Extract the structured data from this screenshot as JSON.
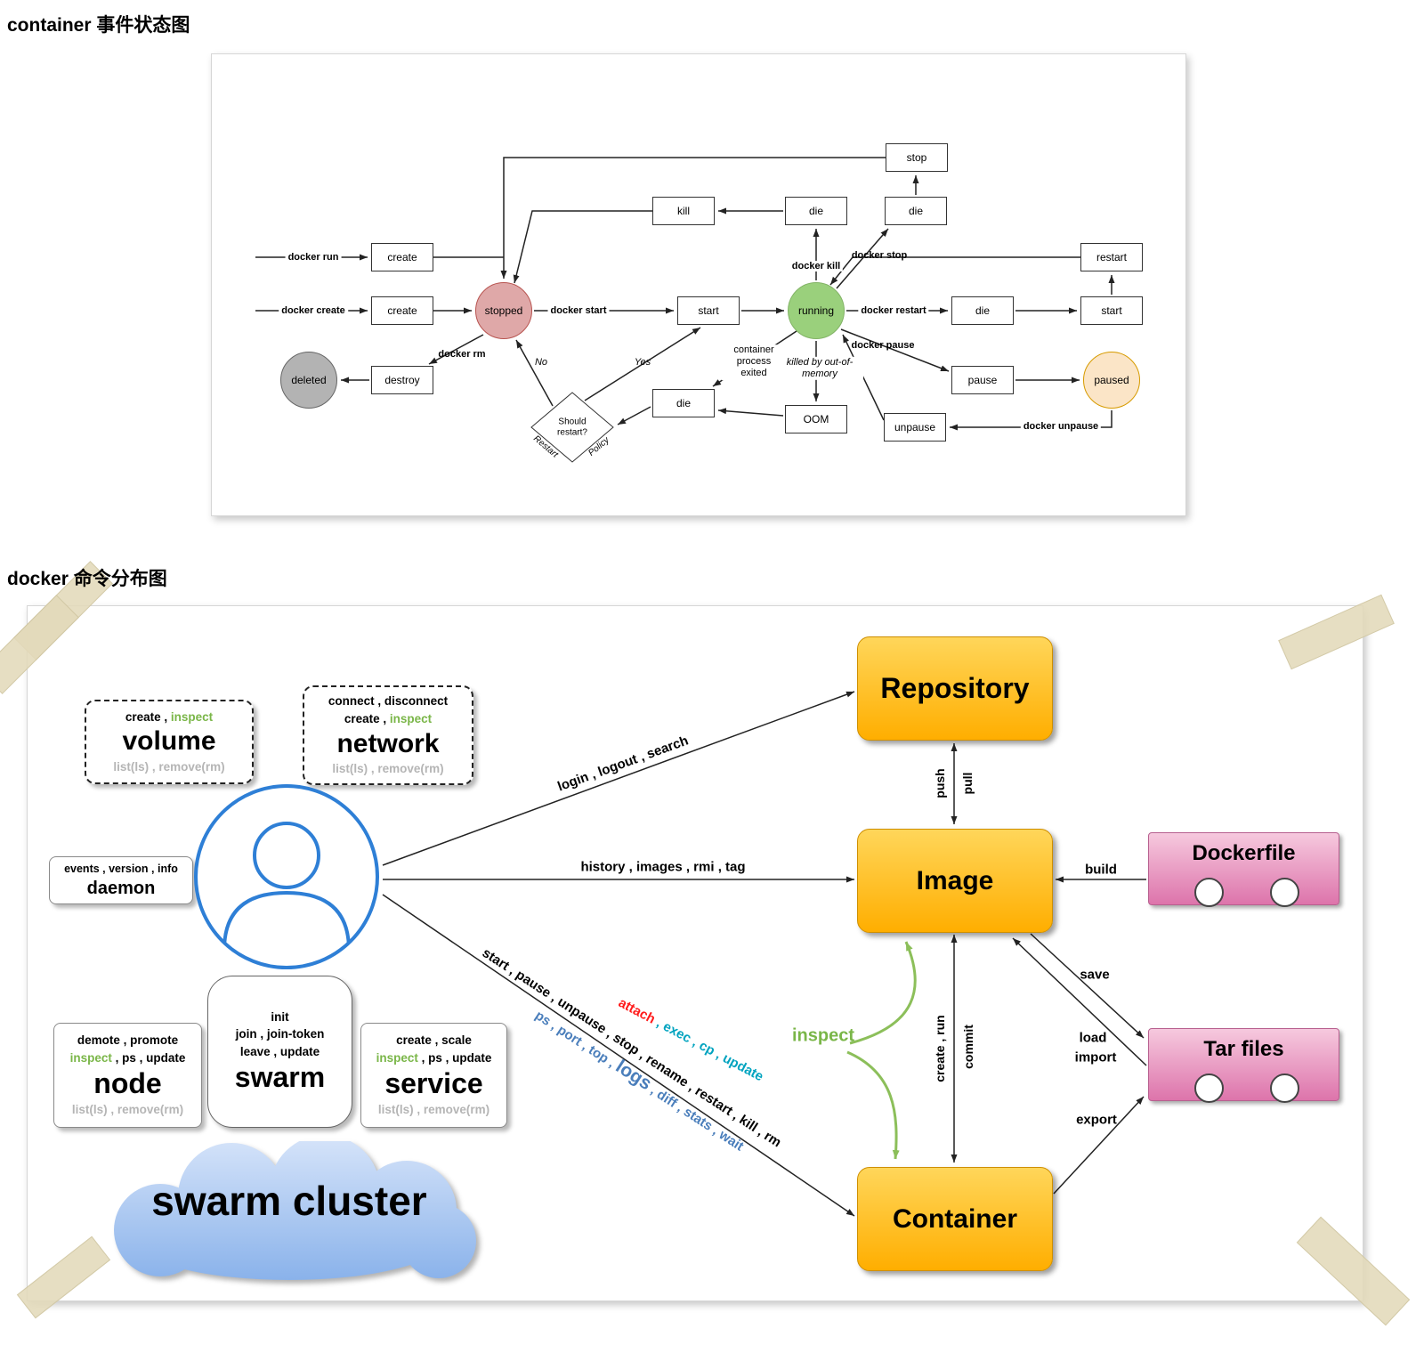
{
  "titles": {
    "state": "container 事件状态图",
    "cmd": "docker 命令分布图"
  },
  "state_diagram": {
    "boxes": {
      "stop": "stop",
      "kill": "kill",
      "die_kill": "die",
      "die_stop": "die",
      "create_run": "create",
      "create_create": "create",
      "restart": "restart",
      "start_main": "start",
      "die_restart": "die",
      "start_restart": "start",
      "destroy": "destroy",
      "die_exit": "die",
      "oom": "OOM",
      "pause": "pause",
      "unpause": "unpause"
    },
    "states": {
      "stopped": "stopped",
      "running": "running",
      "deleted": "deleted",
      "paused": "paused"
    },
    "decision": "Should restart?",
    "labels": {
      "docker_run": "docker run",
      "docker_create": "docker create",
      "docker_start": "docker start",
      "docker_kill": "docker kill",
      "docker_stop": "docker stop",
      "docker_restart": "docker restart",
      "docker_rm": "docker rm",
      "docker_pause": "docker pause",
      "docker_unpause": "docker unpause",
      "no": "No",
      "yes": "Yes",
      "process_exited": "container process exited",
      "oom_killed": "killed by out-of-memory",
      "restart_edge": "Restart",
      "policy_edge": "Policy"
    }
  },
  "cmd_diagram": {
    "volume": {
      "l1a": "create ,",
      "l1b": "inspect",
      "main": "volume",
      "gray": "list(ls) , remove(rm)"
    },
    "network": {
      "l1": "connect , disconnect",
      "l2a": "create ,",
      "l2b": "inspect",
      "main": "network",
      "gray": "list(ls) , remove(rm)"
    },
    "daemon": {
      "l1": "events , version , info",
      "main": "daemon"
    },
    "node": {
      "l1": "demote , promote",
      "l2a": "inspect",
      "l2b": ", ps , update",
      "main": "node",
      "gray": "list(ls) , remove(rm)"
    },
    "swarm": {
      "l1": "init",
      "l2": "join , join-token",
      "l3": "leave , update",
      "main": "swarm"
    },
    "service": {
      "l1": "create , scale",
      "l2a": "inspect",
      "l2b": ", ps , update",
      "main": "service",
      "gray": "list(ls) , remove(rm)"
    },
    "cloud": "swarm cluster",
    "entities": {
      "repository": "Repository",
      "image": "Image",
      "container": "Container",
      "dockerfile": "Dockerfile",
      "tarfiles": "Tar files"
    },
    "edges": {
      "login": "login , logout , search",
      "history": "history , images , rmi , tag",
      "push": "push",
      "pull": "pull",
      "build": "build",
      "save": "save",
      "load": "load",
      "import": "import",
      "export": "export",
      "create_run": "create , run",
      "commit": "commit",
      "inspect": "inspect"
    },
    "container_cmds": {
      "black": "start , pause , unpause , stop , rename , restart , kill , rm",
      "attach": "attach",
      "exec": " , exec , cp , update",
      "blue1": "ps , port , top ,",
      "logs": "logs",
      "blue2": ", diff , stats , wait"
    }
  },
  "colors": {
    "green_cmd": "#7ab648",
    "gray_cmd": "#b5b5b5",
    "orange_top": "#ffd65a",
    "orange_bottom": "#ffae00",
    "pink_top": "#f6c9de",
    "pink_bottom": "#dd74ab",
    "user_blue": "#2e7fd6",
    "cmd_blue": "#4a7ebb",
    "cmd_red": "#ff1a1a",
    "cmd_teal": "#00a3bf",
    "state_stopped_fill": "#dfa8a8",
    "state_running_fill": "#9ad07c",
    "state_deleted_fill": "#b3b3b3",
    "state_paused_fill": "#fbe5c7"
  }
}
